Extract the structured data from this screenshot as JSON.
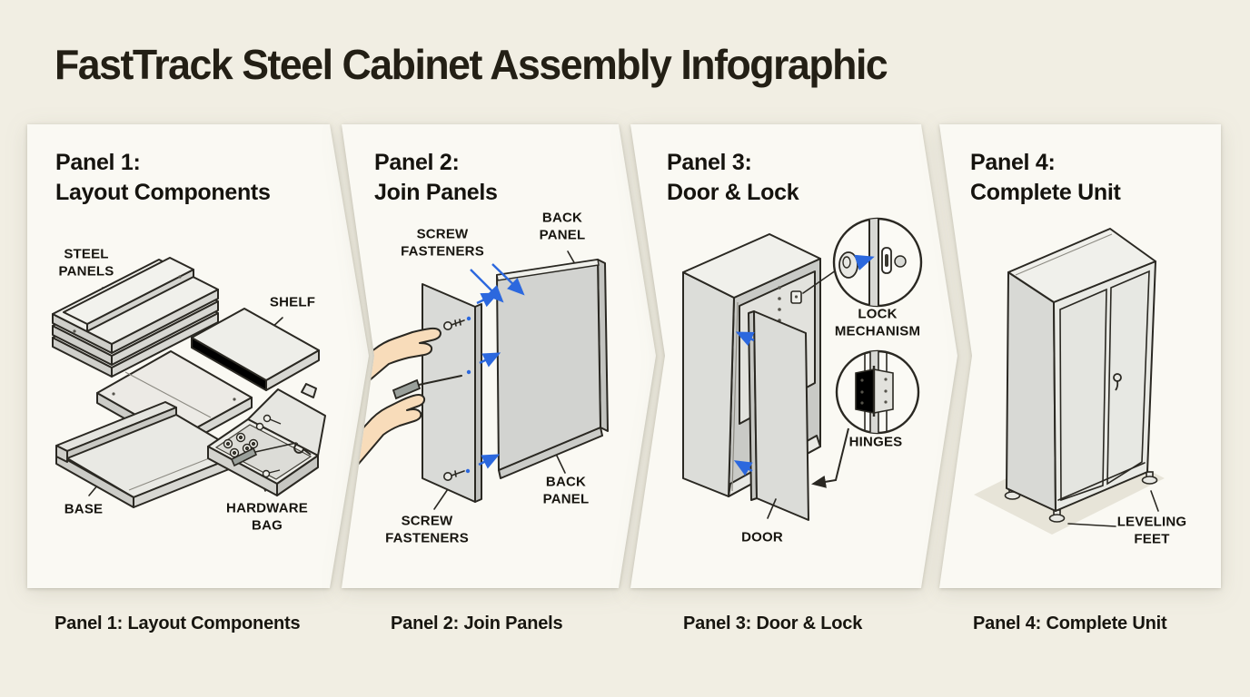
{
  "title": "FastTrack Steel Cabinet Assembly Infographic",
  "colors": {
    "background": "#f1eee3",
    "card": "#faf9f3",
    "ink": "#2a2822",
    "accent_blue": "#2c68de",
    "skin": "#f8dcba",
    "metal_light": "#eeeee9",
    "metal_mid": "#d8d9d5"
  },
  "panels": [
    {
      "heading": "Panel 1:\nLayout Components",
      "caption": "Panel 1: Layout Components",
      "labels": {
        "steel_panels": "STEEL\nPANELS",
        "shelf": "SHELF",
        "base": "BASE",
        "hardware_bag": "HARDWARE\nBAG"
      }
    },
    {
      "heading": "Panel 2:\nJoin Panels",
      "caption": "Panel 2: Join Panels",
      "labels": {
        "screw_fasteners_top": "SCREW\nFASTENERS",
        "back_panel_top": "BACK\nPANEL",
        "screw_fasteners_bottom": "SCREW\nFASTENERS",
        "back_panel_bottom": "BACK\nPANEL"
      }
    },
    {
      "heading": "Panel 3:\nDoor & Lock",
      "caption": "Panel 3: Door & Lock",
      "labels": {
        "lock_mechanism": "LOCK\nMECHANISM",
        "hinges": "HINGES",
        "door": "DOOR"
      }
    },
    {
      "heading": "Panel 4:\nComplete Unit",
      "caption": "Panel 4: Complete Unit",
      "labels": {
        "leveling_feet": "LEVELING\nFEET"
      }
    }
  ]
}
